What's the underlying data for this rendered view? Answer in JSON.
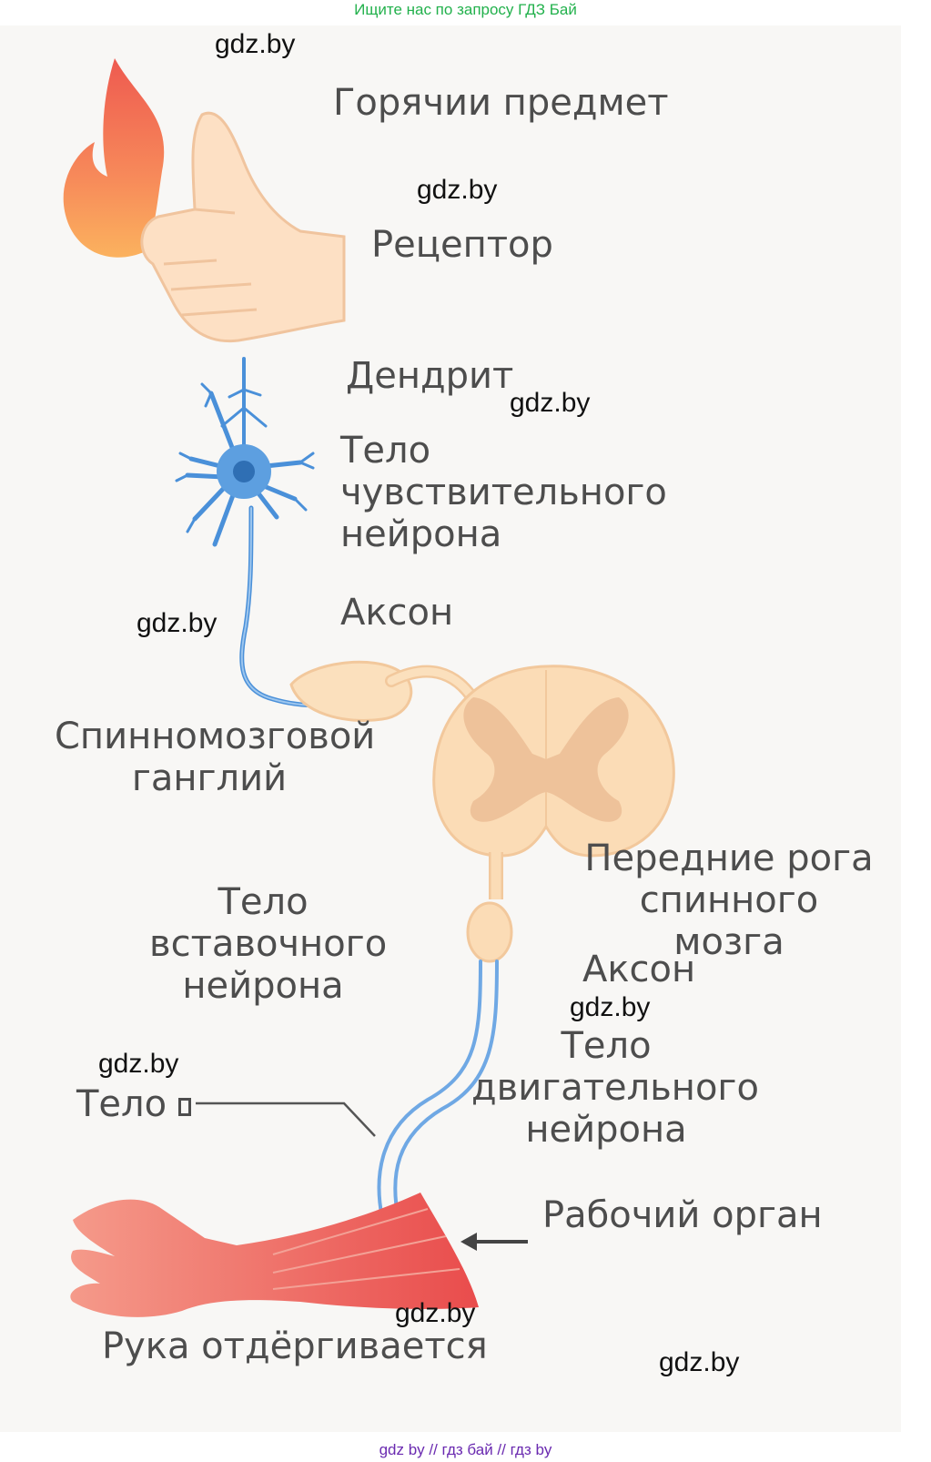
{
  "banner_top": "Ищите нас по запросу ГДЗ Бай",
  "banner_bottom": "gdz by  //  гдз бай  //  гдз by",
  "labels": {
    "hot_object": "Горячии предмет",
    "receptor": "Рецептор",
    "dendrite": "Дендрит",
    "sensory_body": "Тело\nчувствительного\nнейрона",
    "axon_1": "Аксон",
    "spinal_ganglion": "Спинномозговой\nганглий",
    "anterior_horns": "Передние рога\nспинного мозга",
    "interneuron_body": "Тело\nвставочного\nнейрона",
    "axon_2": "Аксон",
    "motor_body": "Тело\nдвигательного\nнейрона",
    "body_small": "Тело",
    "working_organ": "Рабочий орган",
    "hand_withdraws": "Рука отдёргивается"
  },
  "watermarks": [
    "gdz.by",
    "gdz.by",
    "gdz.by",
    "gdz.by",
    "gdz.by",
    "gdz.by",
    "gdz.by",
    "gdz.by"
  ],
  "colors": {
    "banner_top": "#22b14c",
    "banner_bottom": "#6a2ab0",
    "label_text": "#4d4d4d",
    "neuron_blue": "#4a90d9",
    "skin": "#fde0c4",
    "spinal_cord": "#f9dcb4",
    "gray_matter": "#eebf94",
    "flame": "#f37a52",
    "muscle_arm": "#ee6a62"
  }
}
